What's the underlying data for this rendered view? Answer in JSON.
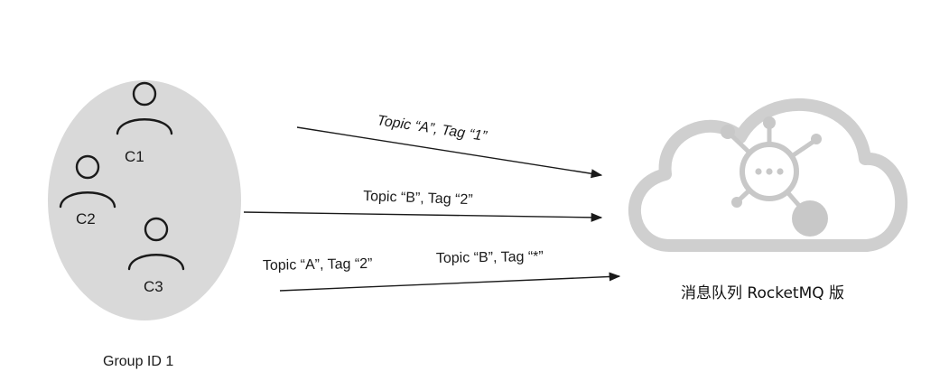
{
  "consumer_group": {
    "label": "Group ID 1",
    "consumers": [
      {
        "id": "C1"
      },
      {
        "id": "C2"
      },
      {
        "id": "C3"
      }
    ]
  },
  "subscriptions": [
    {
      "label": "Topic “A”, Tag “1”"
    },
    {
      "label": "Topic “B”, Tag “2”"
    },
    {
      "label": "Topic “A”, Tag “2”"
    },
    {
      "label": "Topic “B”, Tag “*”"
    }
  ],
  "service": {
    "label": "消息队列 RocketMQ 版",
    "icon": "cloud-hub-icon"
  },
  "colors": {
    "group_fill": "#d9d9d9",
    "cloud_stroke": "#cfcfcf",
    "hub_fill": "#c8c8c8",
    "line": "#1a1a1a"
  }
}
